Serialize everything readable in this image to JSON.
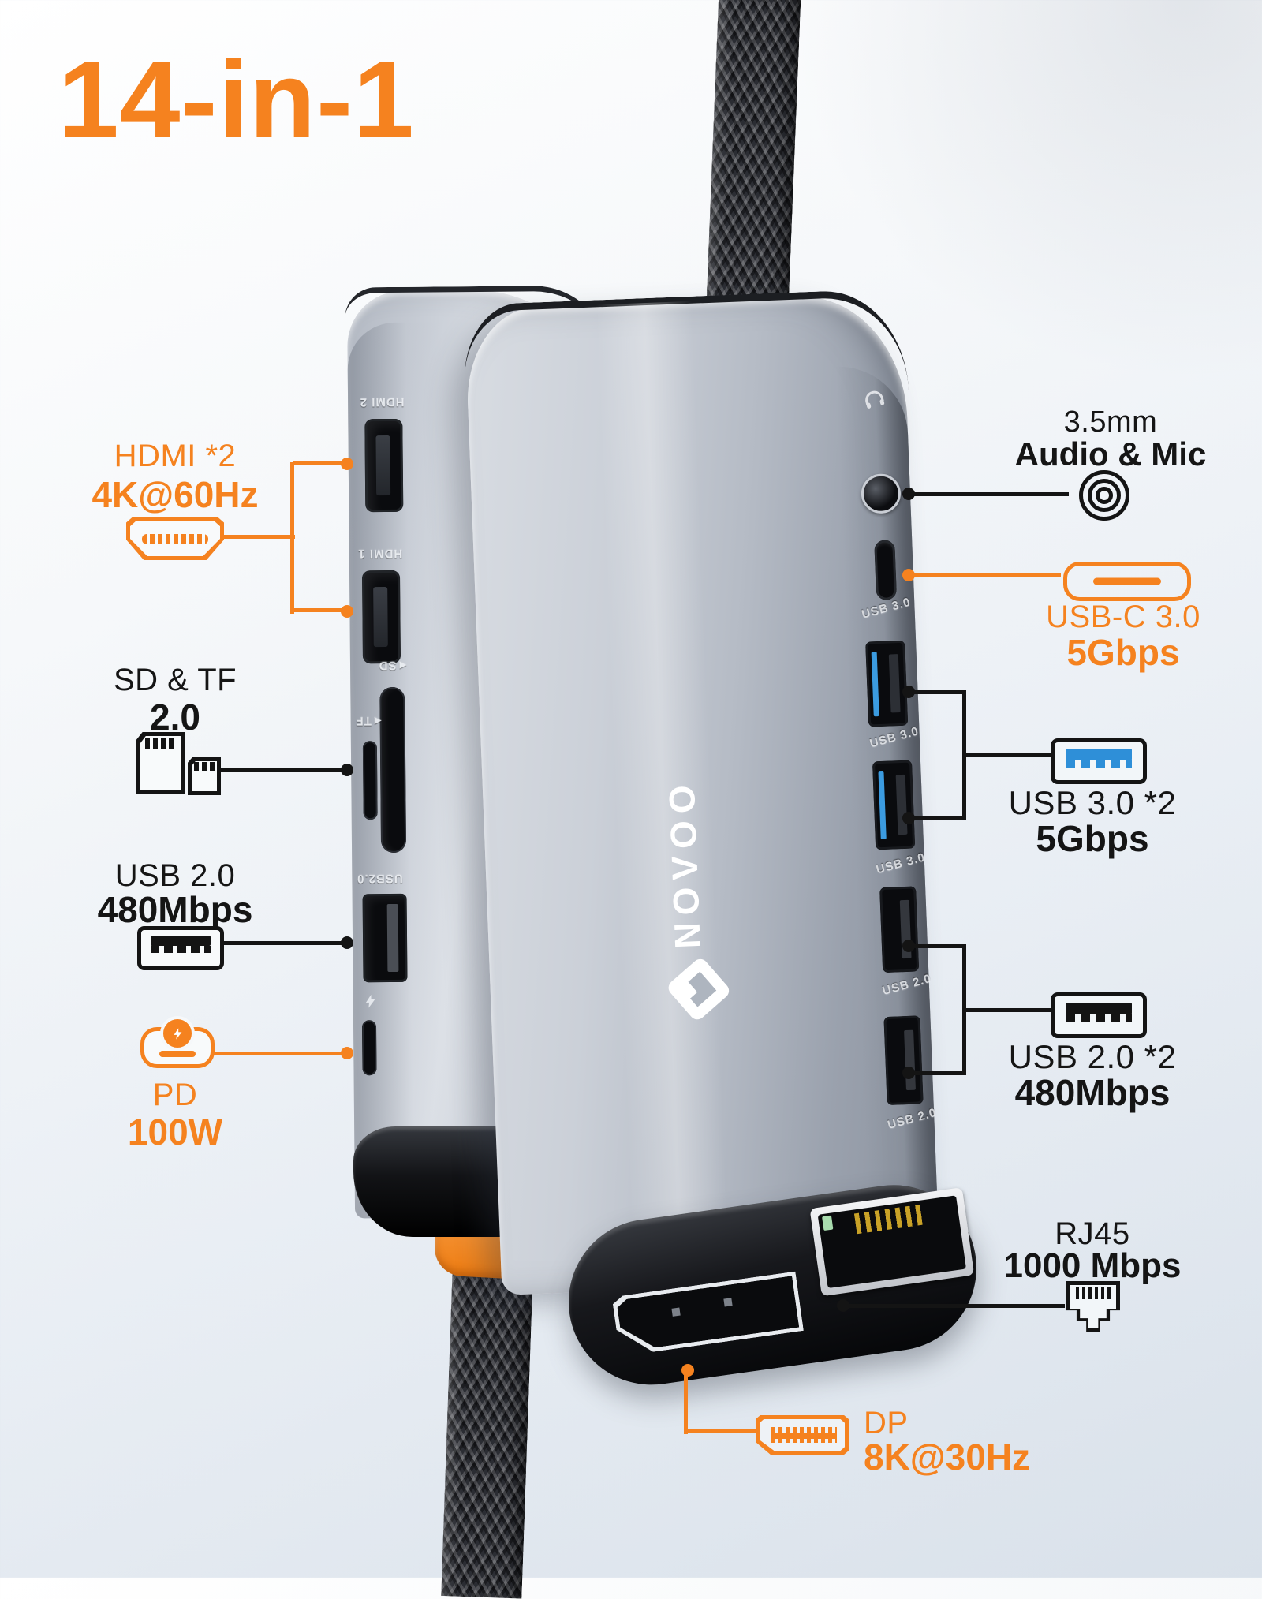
{
  "title": "14-in-1",
  "brand": "NOVOO",
  "colors": {
    "accent": "#F5821F",
    "ink": "#141414",
    "usb3_blue": "#2E8FD8"
  },
  "callouts": {
    "hdmi": {
      "label": "HDMI *2",
      "value": "4K@60Hz",
      "icon": "hdmi-icon"
    },
    "sd_tf": {
      "label": "SD & TF",
      "value": "2.0",
      "icon": "sd-card-icon, tf-card-icon"
    },
    "usb20": {
      "label": "USB 2.0",
      "value": "480Mbps",
      "icon": "usb-a-icon"
    },
    "pd": {
      "label": "PD",
      "value": "100W",
      "icon": "pd-charge-icon"
    },
    "audio": {
      "label": "3.5mm",
      "value": "Audio & Mic",
      "icon": "audio-jack-icon"
    },
    "usbc30": {
      "label": "USB-C 3.0",
      "value": "5Gbps",
      "icon": "usb-c-icon"
    },
    "usb30x2": {
      "label": "USB 3.0 *2",
      "value": "5Gbps",
      "icon": "usb3-port-icon"
    },
    "usb20x2": {
      "label": "USB 2.0 *2",
      "value": "480Mbps",
      "icon": "usb2-port-icon"
    },
    "rj45": {
      "label": "RJ45",
      "value": "1000 Mbps",
      "icon": "rj45-icon"
    },
    "dp": {
      "label": "DP",
      "value": "8K@30Hz",
      "icon": "dp-icon"
    }
  },
  "port_labels": {
    "hdmi2": "HDMI 2",
    "hdmi1": "HDMI 1",
    "sd": "◄SD",
    "tf": "◄TF",
    "usb20": "USB2.0",
    "usbc_data": "USB 3.0",
    "usb30_a": "USB 3.0",
    "usb30_b": "USB 3.0",
    "usb20_a": "USB 2.0",
    "usb20_b": "USB 2.0"
  }
}
